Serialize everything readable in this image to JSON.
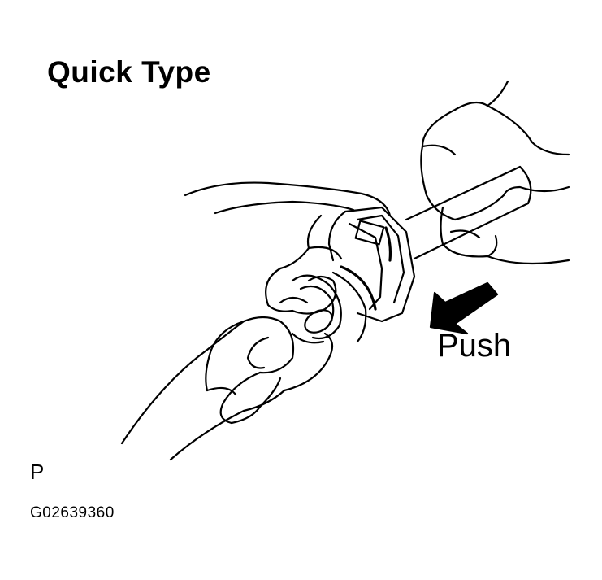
{
  "title": "Quick Type",
  "action_label": "Push",
  "corner_code": "P",
  "figure_id": "G02639360",
  "icons": {
    "arrow": "push-direction-arrow",
    "illustration": "quick-connector-release-illustration"
  }
}
